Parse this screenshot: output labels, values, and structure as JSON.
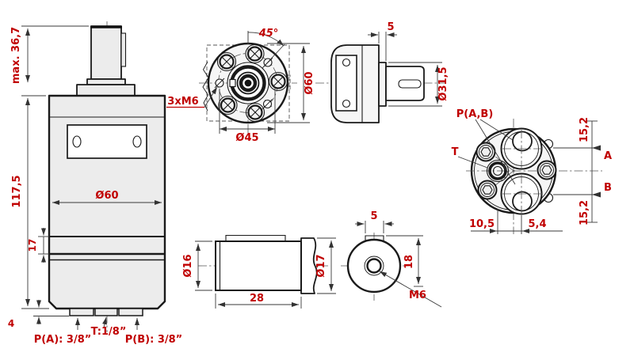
{
  "drawing": {
    "title": "Hydraulic motor technical drawing - multi-view",
    "colors": {
      "dimension_red": "#c00000",
      "line": "#1a1a1a",
      "body_fill": "#ececec"
    },
    "views": {
      "front_elevation": {
        "max_shaft_height": "max. 36,7",
        "body_height": "117,5",
        "body_diameter": "Ø60",
        "groove_spacing": "17",
        "base_offset": "4",
        "port_a": "P(A): 3/8”",
        "port_t": "T:1/8”",
        "port_b": "P(B): 3/8”"
      },
      "front_face": {
        "bolt_angle": "45°",
        "bolt_circle_diameter": "Ø45",
        "outer_diameter": "Ø60",
        "mount_holes": "3xM6"
      },
      "side": {
        "collar_width": "5",
        "collar_diameter": "Ø31,5"
      },
      "rear": {
        "ports_label": "P(A,B)",
        "tank_label": "T",
        "offset_top": "15,2",
        "port_a_label": "A",
        "port_b_label": "B",
        "offset_bottom": "15,2",
        "tank_offset": "10,5",
        "port_offset": "5,4"
      },
      "shaft_detail": {
        "shaft_diameter": "Ø16",
        "collar_diameter": "Ø17",
        "shaft_length": "28"
      },
      "shaft_end": {
        "key_width": "5",
        "key_height": "18",
        "thread": "M6"
      }
    }
  }
}
